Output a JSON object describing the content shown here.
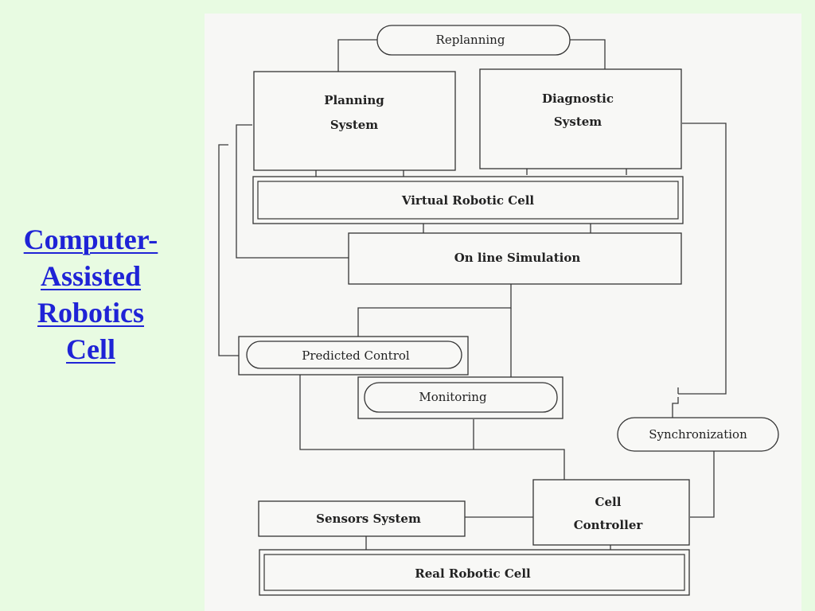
{
  "title": {
    "lines": [
      "Computer-",
      "Assisted",
      "Robotics",
      "Cell"
    ],
    "color": "#1f23d6"
  },
  "background_color": "#e8fbe2",
  "diagram": {
    "nodes": {
      "replanning": "Replanning",
      "planning_system": [
        "Planning",
        "System"
      ],
      "diagnostic_system": [
        "Diagnostic",
        "System"
      ],
      "virtual_robotic_cell": "Virtual Robotic Cell",
      "online_simulation": "On line Simulation",
      "predicted_control": "Predicted Control",
      "monitoring": "Monitoring",
      "synchronization": "Synchronization",
      "sensors_system": "Sensors System",
      "cell_controller": [
        "Cell",
        "Controller"
      ],
      "real_robotic_cell": "Real Robotic Cell"
    }
  }
}
